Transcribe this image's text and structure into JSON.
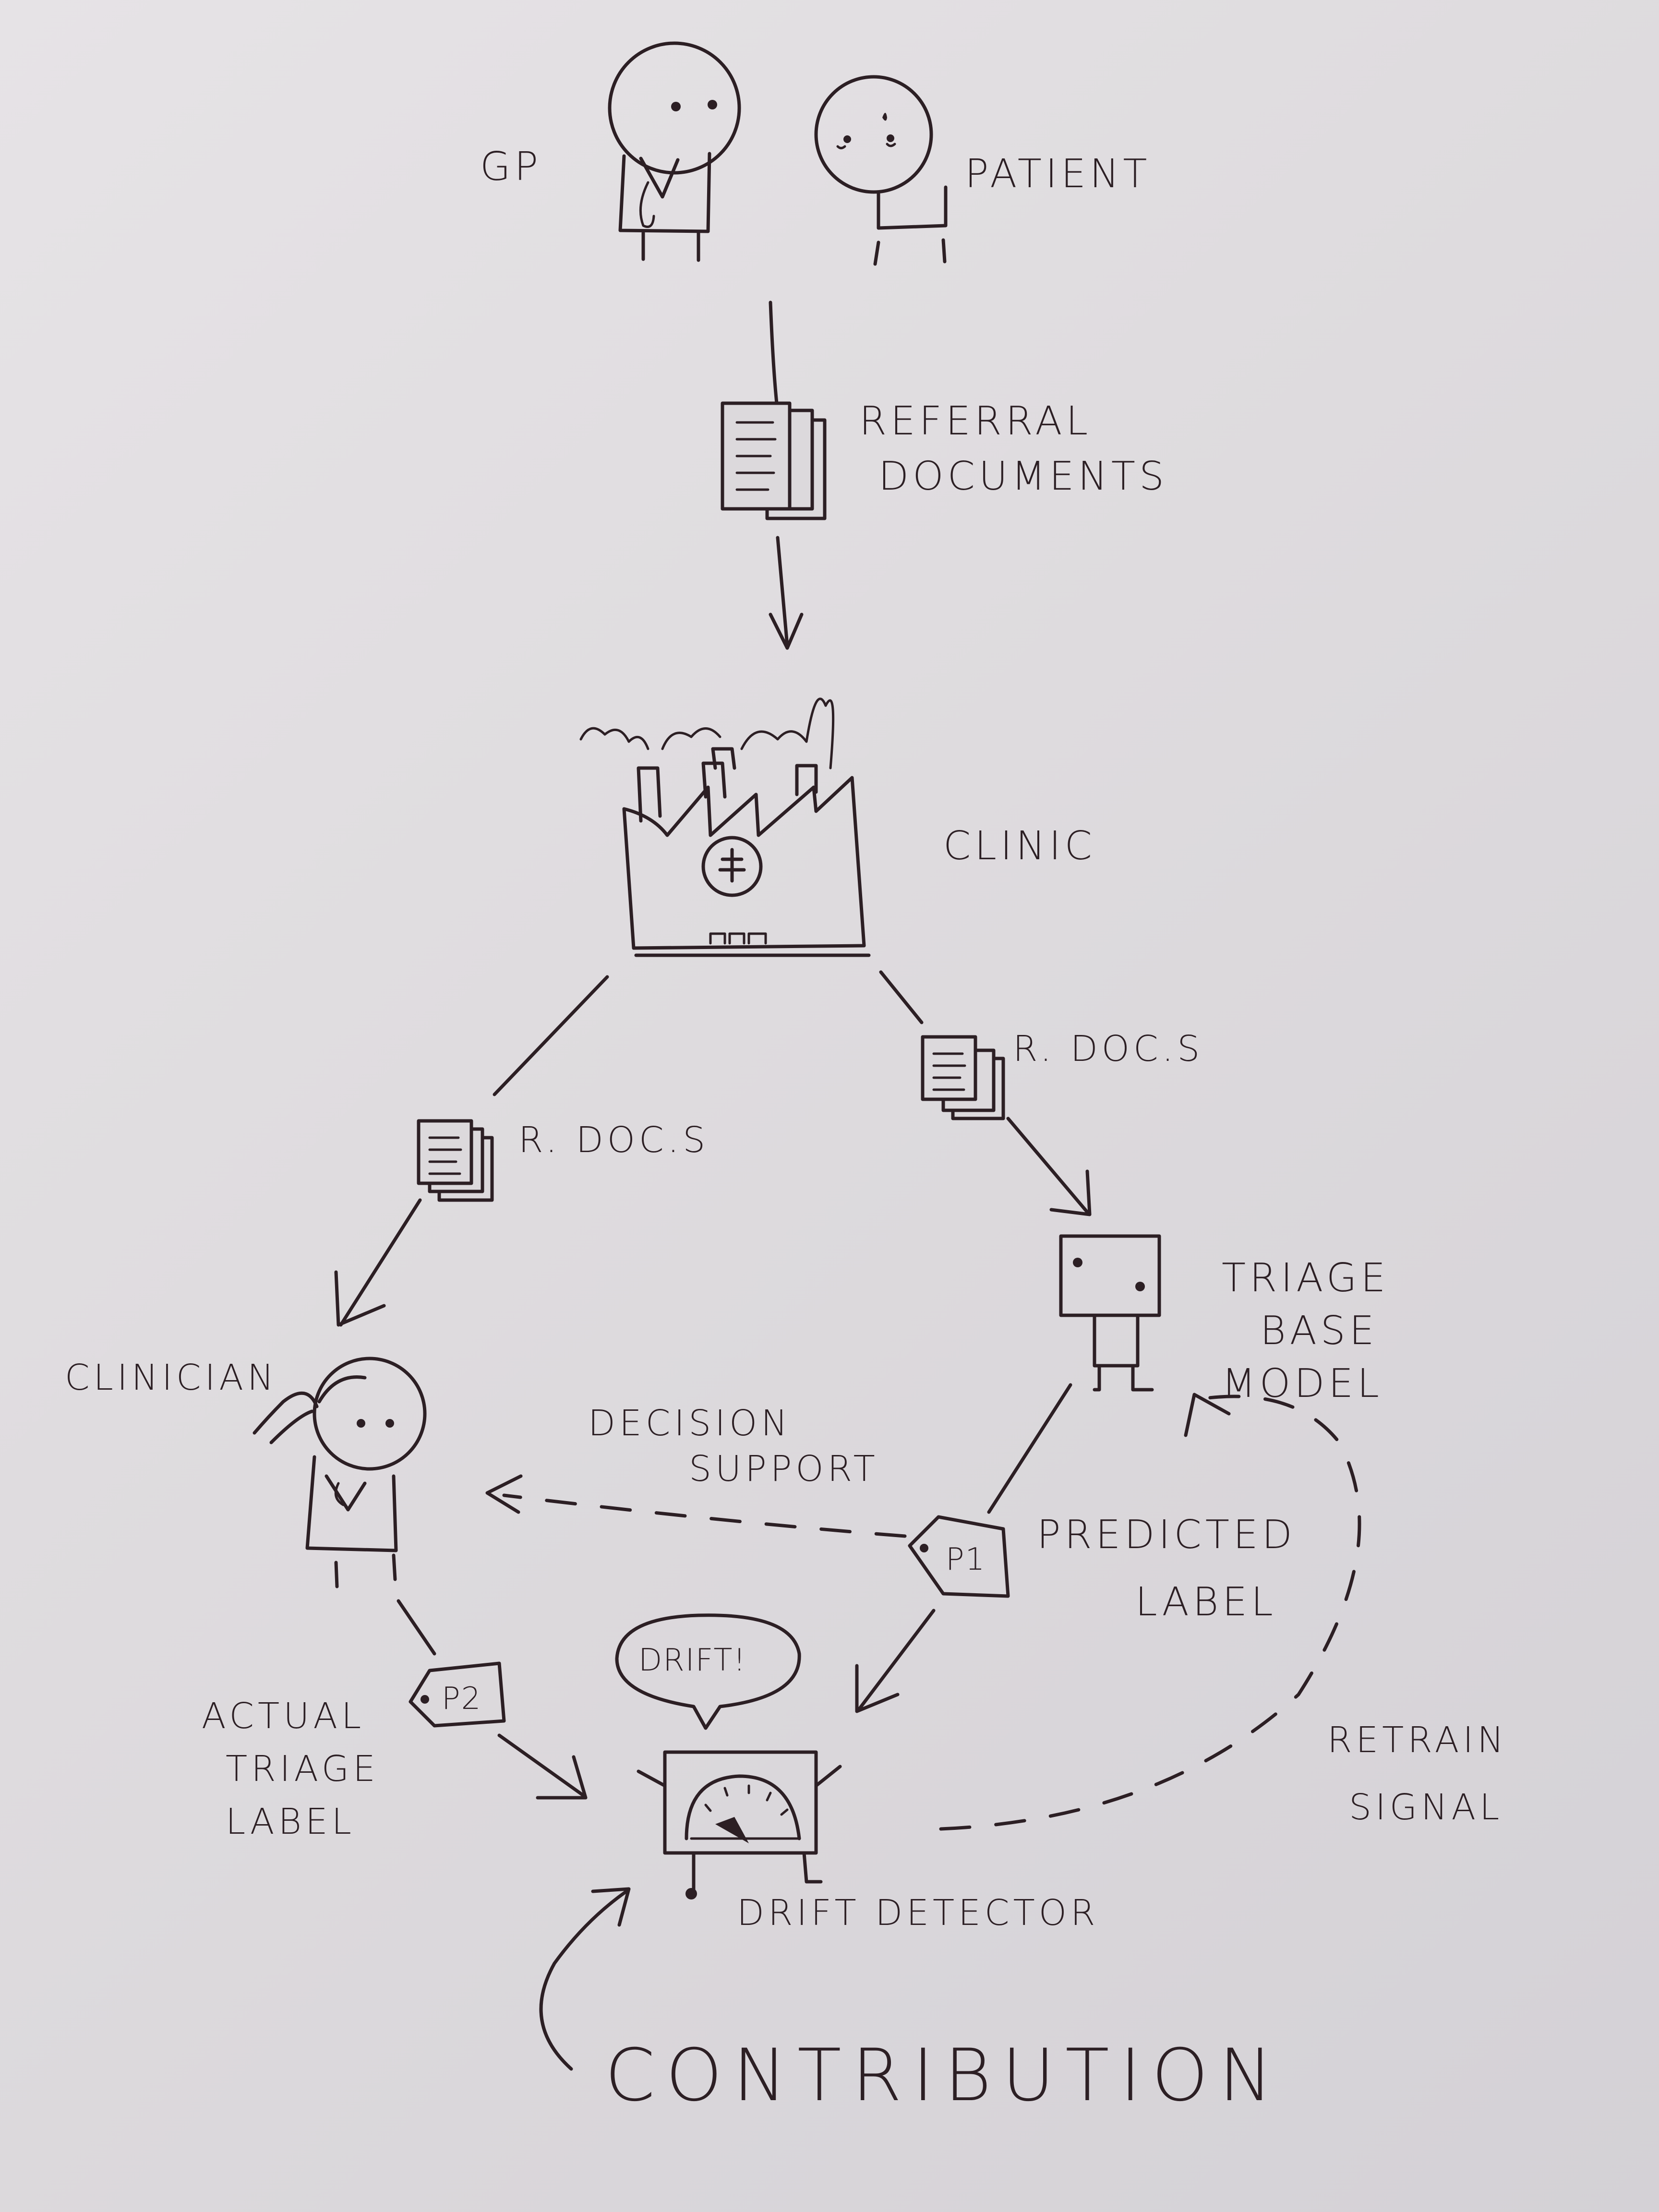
{
  "diagram": {
    "actors": {
      "gp": "GP",
      "patient": "PATIENT",
      "clinic": "CLINIC",
      "clinician": "CLINICIAN",
      "triage_model": [
        "TRIAGE",
        "BASE",
        "MODEL"
      ],
      "drift_detector": "DRIFT DETECTOR"
    },
    "documents": {
      "referral": [
        "REFERRAL",
        "DOCUMENTS"
      ],
      "rdocs_left": "R. DOC.S",
      "rdocs_right": "R. DOC.S"
    },
    "labels": {
      "decision_support": [
        "DECISION",
        "SUPPORT"
      ],
      "predicted_label": [
        "PREDICTED",
        "LABEL"
      ],
      "actual_triage_label": [
        "ACTUAL",
        "TRIAGE",
        "LABEL"
      ],
      "retrain_signal": [
        "RETRAIN",
        "SIGNAL"
      ],
      "contribution": "CONTRIBUTION"
    },
    "tags": {
      "p1": "P1",
      "p2": "P2"
    },
    "speech_bubble": "DRIFT!",
    "ink_color": "#2c1f24",
    "paper_color": "#dfdcdf"
  }
}
